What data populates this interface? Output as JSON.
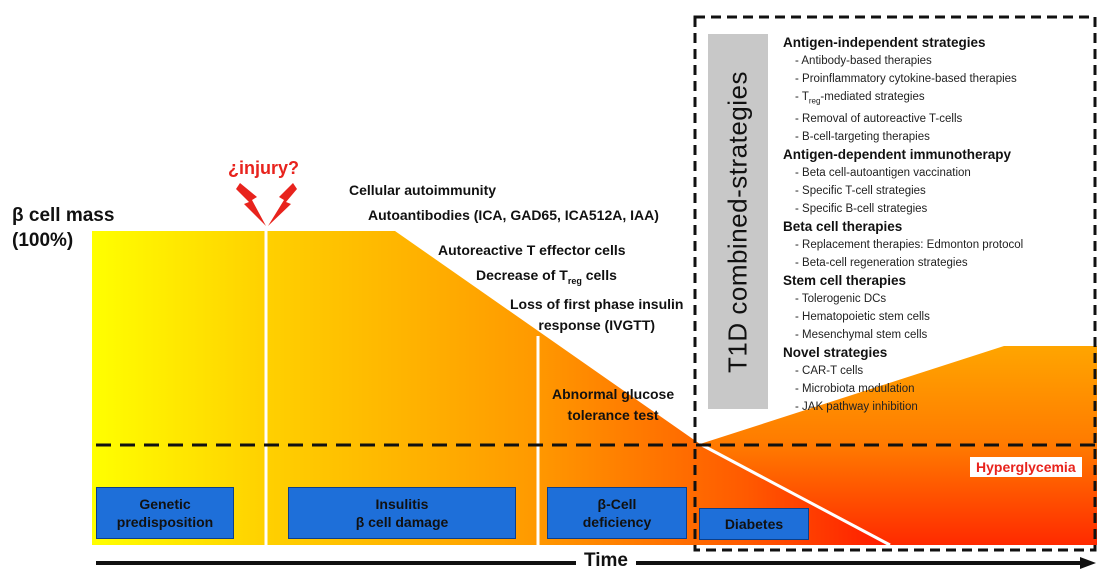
{
  "y_label": {
    "line1": "β cell mass",
    "line2": "(100%)"
  },
  "injury_label": "¿injury?",
  "events": {
    "cellular_autoimmunity": "Cellular autoimmunity",
    "autoantibodies": "Autoantibodies (ICA, GAD65, ICA512A, IAA)",
    "autoreactive_t": "Autoreactive T effector cells",
    "decrease_treg_prefix": "Decrease of T",
    "decrease_treg_sub": "reg",
    "decrease_treg_suffix": " cells",
    "loss_line1": "Loss of first phase insulin",
    "loss_line2": "response (IVGTT)",
    "abnormal_line1": "Abnormal glucose",
    "abnormal_line2": "tolerance test"
  },
  "stages": {
    "genetic_line1": "Genetic",
    "genetic_line2": "predisposition",
    "insulitis_line1": "Insulitis",
    "insulitis_line2": "β cell damage",
    "deficiency_line1": "β-Cell",
    "deficiency_line2": "deficiency",
    "diabetes": "Diabetes"
  },
  "hyperglycemia": "Hyperglycemia",
  "combined_title": "T1D combined-strategies",
  "strategies": {
    "antigen_independent": {
      "title": "Antigen-independent strategies",
      "items": {
        "antibody": "- Antibody-based therapies",
        "cytokine": "- Proinflammatory cytokine-based therapies",
        "treg_prefix": "- T",
        "treg_sub": "reg",
        "treg_suffix": "-mediated strategies",
        "removal": "- Removal of autoreactive T-cells",
        "bcell": "- B-cell-targeting therapies"
      }
    },
    "antigen_dependent": {
      "title": "Antigen-dependent immunotherapy",
      "items": [
        "- Beta cell-autoantigen vaccination",
        "- Specific T-cell strategies",
        "- Specific B-cell strategies"
      ]
    },
    "beta_cell": {
      "title": "Beta cell therapies",
      "items": [
        "- Replacement therapies: Edmonton protocol",
        "- Beta-cell regeneration strategies"
      ]
    },
    "stem_cell": {
      "title": "Stem cell therapies",
      "items": [
        "- Tolerogenic DCs",
        "- Hematopoietic stem cells",
        "- Mesenchymal stem cells"
      ]
    },
    "novel": {
      "title": "Novel strategies",
      "items": [
        "- CAR-T cells",
        "- Microbiota modulation",
        "- JAK pathway inhibition"
      ]
    }
  },
  "time_label": "Time",
  "colors": {
    "yellow": "#ffff00",
    "orange": "#ffa000",
    "red": "#ff1a00",
    "stage_box": "#1e6fd9",
    "hyperglycemia_text": "#e8231d",
    "injury": "#e8231d"
  }
}
